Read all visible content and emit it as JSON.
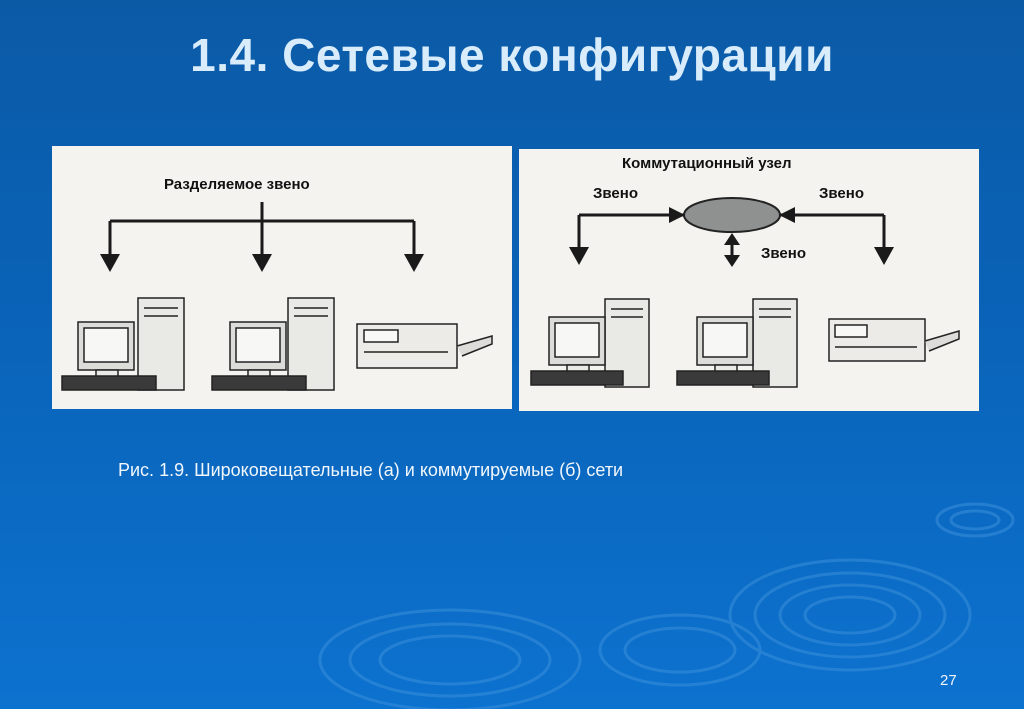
{
  "slide": {
    "title": "1.4. Сетевые конфигурации",
    "caption": "Рис. 1.9. Широковещательные (а) и коммутируемые (б) сети",
    "page_number": "27"
  },
  "diagram_a": {
    "link_label": "Разделяемое звено"
  },
  "diagram_b": {
    "node_label": "Коммутационный узел",
    "link_left_label": "Звено",
    "link_right_label": "Звено",
    "link_down_label": "Звено"
  }
}
